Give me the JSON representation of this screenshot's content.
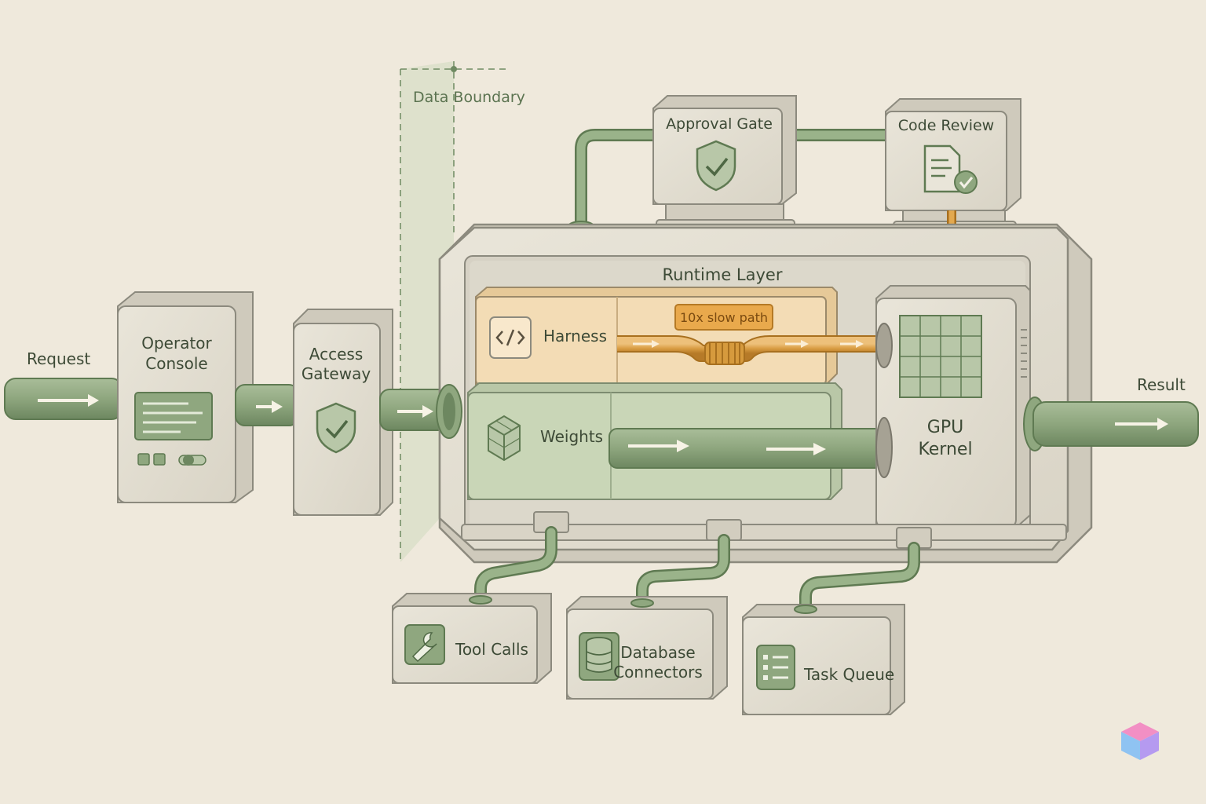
{
  "diagram": {
    "flow": {
      "input_label": "Request",
      "output_label": "Result"
    },
    "boundary": {
      "label": "Data Boundary"
    },
    "nodes": {
      "operator_console": {
        "label_line1": "Operator",
        "label_line2": "Console"
      },
      "access_gateway": {
        "label_line1": "Access",
        "label_line2": "Gateway"
      },
      "approval_gate": {
        "label": "Approval Gate"
      },
      "code_review": {
        "label": "Code Review"
      },
      "runtime_layer": {
        "label": "Runtime Layer"
      },
      "harness": {
        "label": "Harness",
        "tag": "10x slow path"
      },
      "weights": {
        "label": "Weights"
      },
      "gpu_kernel": {
        "label_line1": "GPU",
        "label_line2": "Kernel"
      },
      "tool_calls": {
        "label": "Tool Calls"
      },
      "database_connectors": {
        "label_line1": "Database",
        "label_line2": "Connectors"
      },
      "task_queue": {
        "label": "Task Queue"
      }
    },
    "colors": {
      "background": "#efe9dc",
      "box_fill": "#e3ded1",
      "box_stroke": "#8c8a7e",
      "pipe_green": "#8fa77f",
      "pipe_dark": "#5f7a52",
      "harness_fill": "#f3dcb5",
      "slow_path_orange": "#d69a3d",
      "weights_fill": "#c9d6b7",
      "icon_green": "#7d9870"
    },
    "icons": {
      "console": "console-screen-icon",
      "gateway": "shield-check-icon",
      "approval": "shield-check-icon",
      "review": "document-check-icon",
      "harness": "code-brackets-icon",
      "weights": "cube-grid-icon",
      "gpu": "chip-grid-icon",
      "tools": "wrench-icon",
      "database": "database-icon",
      "queue": "list-icon",
      "watermark": "logo-cube-icon"
    }
  }
}
